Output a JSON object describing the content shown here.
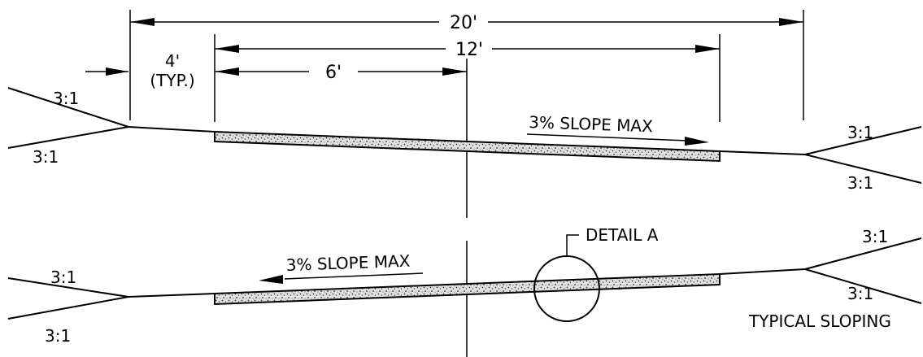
{
  "dimensions": {
    "overall": "20'",
    "pavement": "12'",
    "half_width": "6'",
    "shoulder": "4'",
    "shoulder_note": "(TYP.)"
  },
  "top_section": {
    "slope_note": "3% SLOPE MAX",
    "left_upper_slope": "3:1",
    "left_lower_slope": "3:1",
    "right_upper_slope": "3:1",
    "right_lower_slope": "3:1"
  },
  "bottom_section": {
    "slope_note": "3% SLOPE MAX",
    "detail_callout": "DETAIL A",
    "left_upper_slope": "3:1",
    "left_lower_slope": "3:1",
    "right_upper_slope": "3:1",
    "right_lower_slope": "3:1",
    "caption": "TYPICAL SLOPING"
  },
  "colors": {
    "line": "#000000",
    "background": "#ffffff",
    "pavement_fill": "#d9d9d9"
  }
}
